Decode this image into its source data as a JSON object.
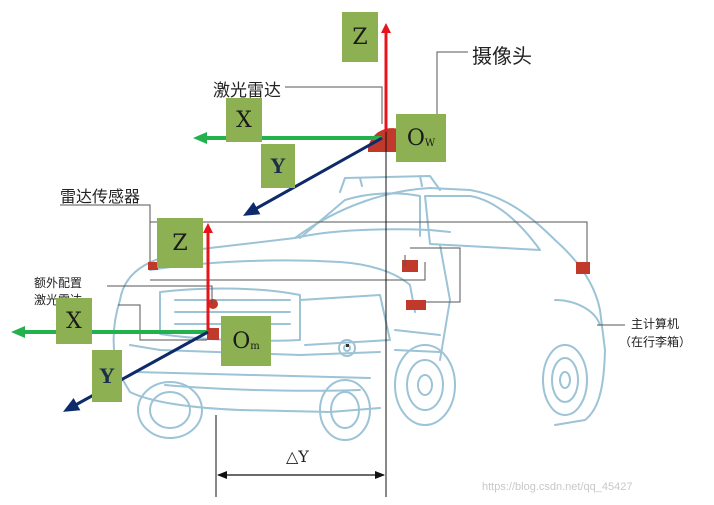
{
  "labels": {
    "camera": "摄像头",
    "lidar": "激光雷达",
    "radar_sensor": "雷达传感器",
    "extra_lidar_line1": "额外配置",
    "extra_lidar_line2": "激光雷达",
    "host_computer_line1": "主计算机",
    "host_computer_line2": "（在行李箱）"
  },
  "axes_world": {
    "z": "Z",
    "x": "X",
    "y": "Y",
    "origin": "O",
    "origin_sub": "W"
  },
  "axes_mount": {
    "z": "Z",
    "x": "X",
    "y": "Y",
    "origin": "O",
    "origin_sub": "m"
  },
  "offset_label": "△Y",
  "watermark": "https://blog.csdn.net/qq_45427",
  "colors": {
    "z_axis": "#e8141c",
    "x_axis": "#22b14c",
    "y_axis": "#0d2a6b",
    "label_box": "#8db052",
    "car_outline": "#9cc3d6",
    "sensor": "#c0392b"
  }
}
